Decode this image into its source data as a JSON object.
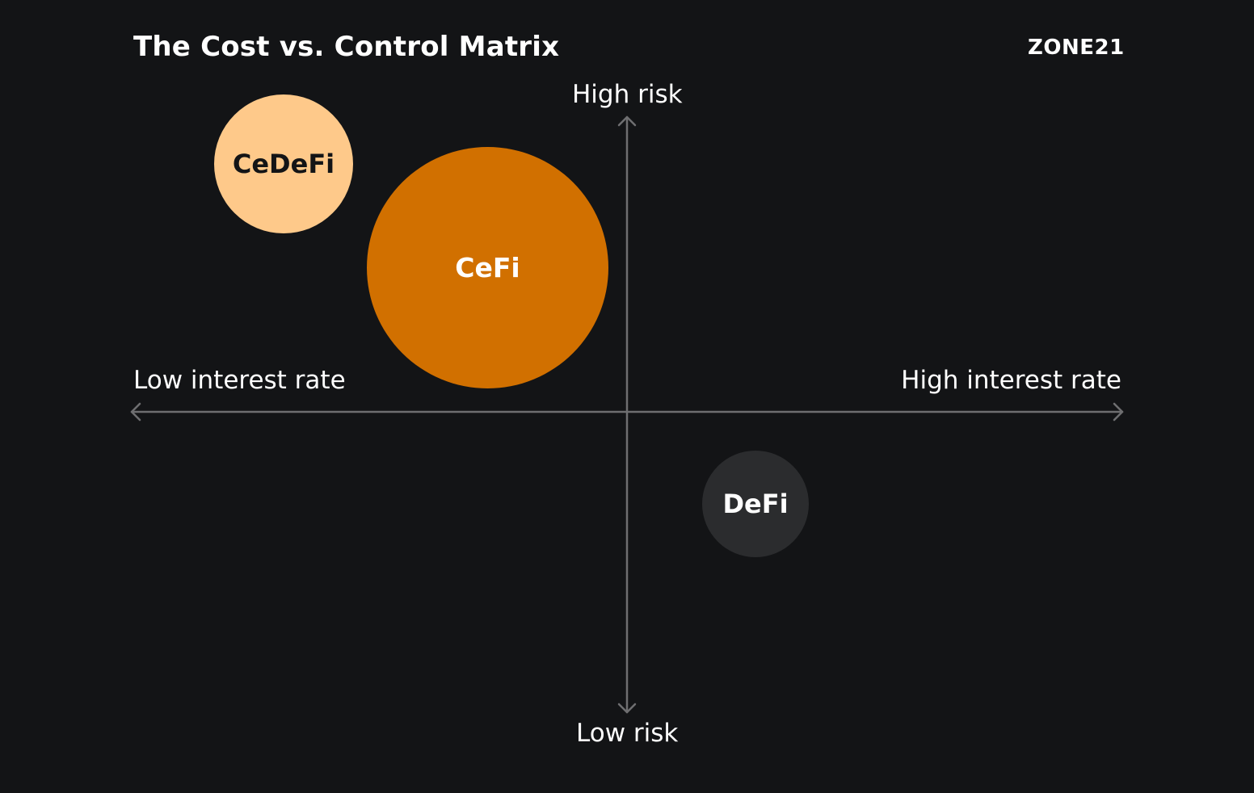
{
  "header": {
    "title": "The Cost vs. Control Matrix",
    "logo_text": "ZONE21"
  },
  "axes": {
    "top": "High risk",
    "bottom": "Low risk",
    "left": "Low interest rate",
    "right": "High interest rate",
    "color": "#6e6e70"
  },
  "bubbles": [
    {
      "label": "CeDeFi",
      "fill": "#fec98a",
      "text_color": "#131416"
    },
    {
      "label": "CeFi",
      "fill": "#d17000",
      "text_color": "#ffffff"
    },
    {
      "label": "DeFi",
      "fill": "#2b2c2e",
      "text_color": "#ffffff"
    }
  ],
  "colors": {
    "background": "#131416",
    "text": "#ffffff"
  }
}
